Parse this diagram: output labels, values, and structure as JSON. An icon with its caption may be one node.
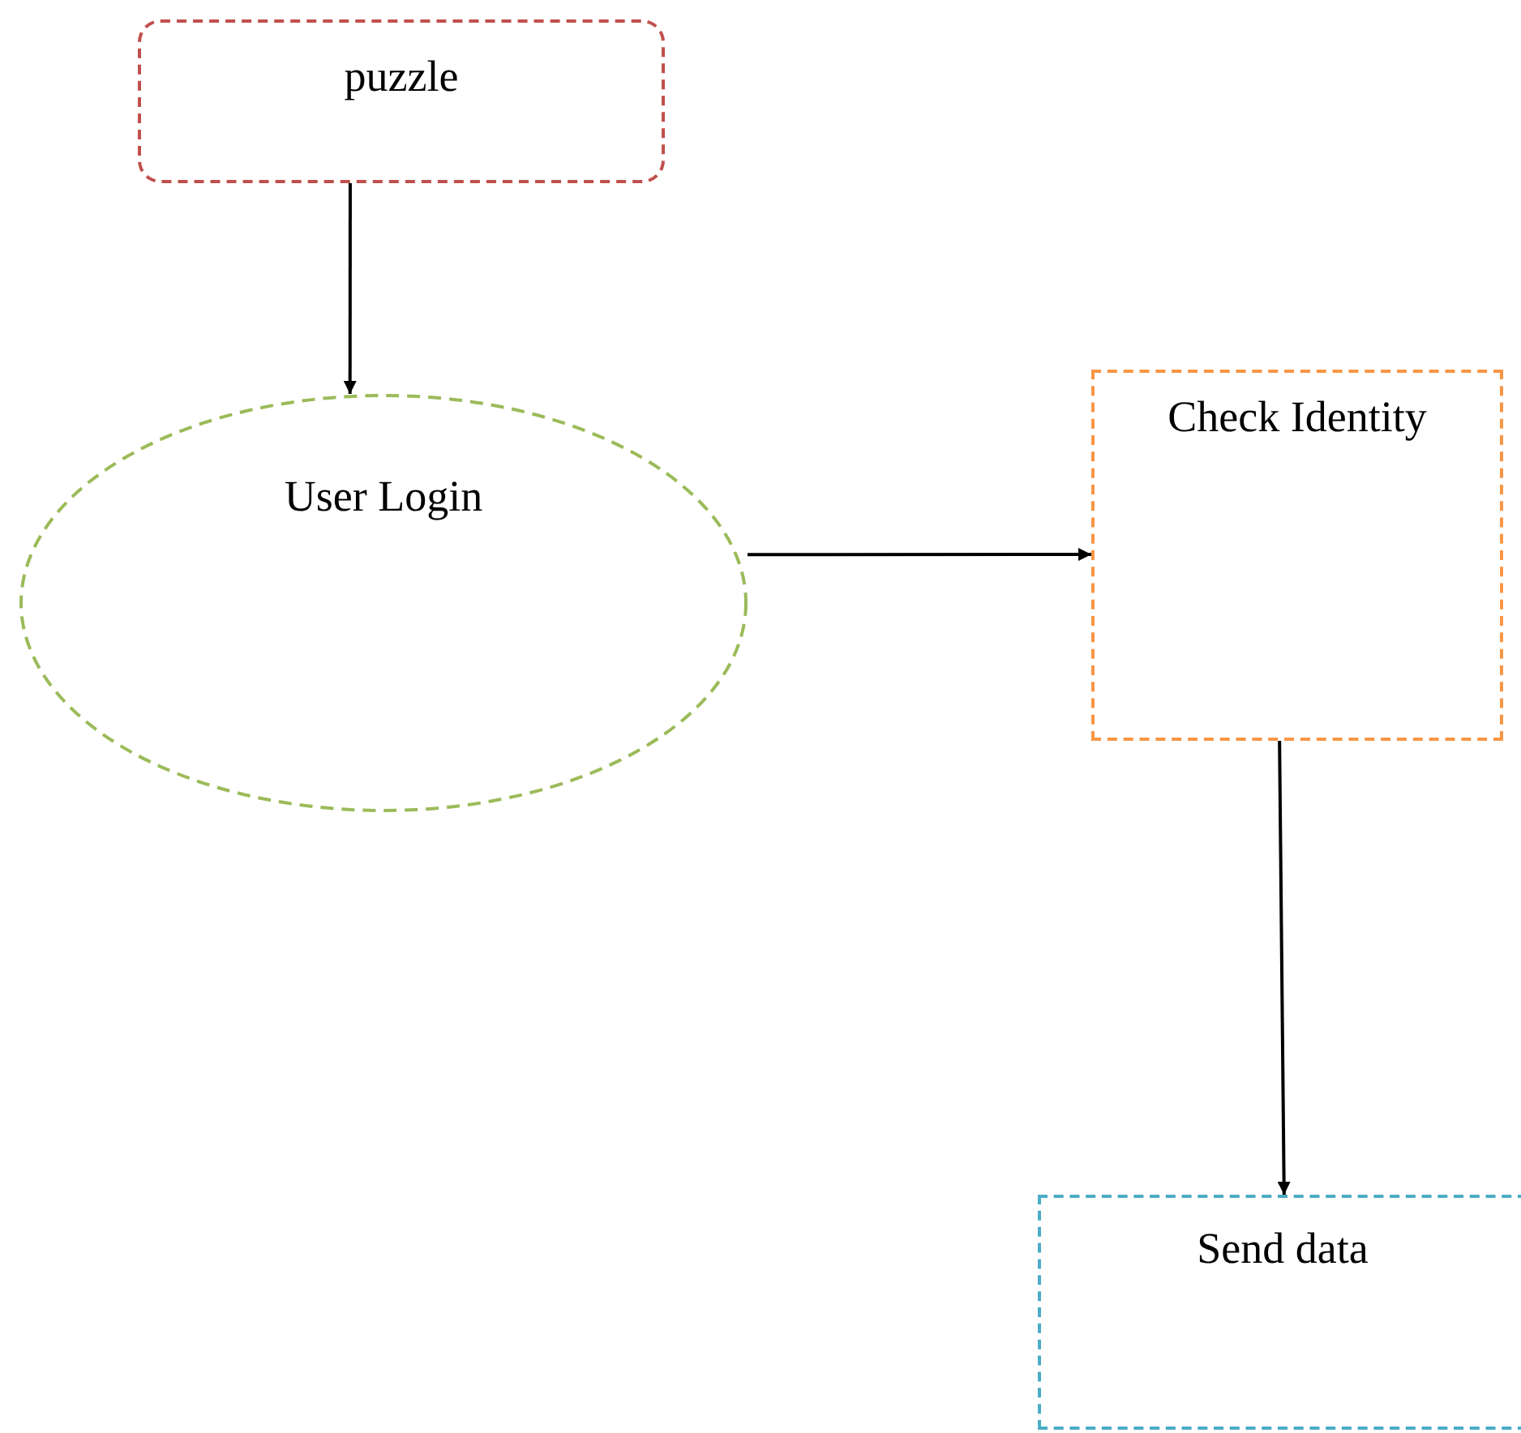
{
  "diagram": {
    "nodes": [
      {
        "text": [
          "puzzle"
        ]
      },
      {
        "text": [
          "User Login"
        ]
      },
      {
        "text": [
          "Check Identity"
        ]
      },
      {
        "text": [
          "Send data"
        ]
      }
    ],
    "edges": [
      {
        "from": 0,
        "to": 1,
        "arrow": "to"
      },
      {
        "from": 1,
        "to": 2,
        "arrow": "to"
      },
      {
        "from": 2,
        "to": 3,
        "arrow": "to"
      }
    ]
  }
}
